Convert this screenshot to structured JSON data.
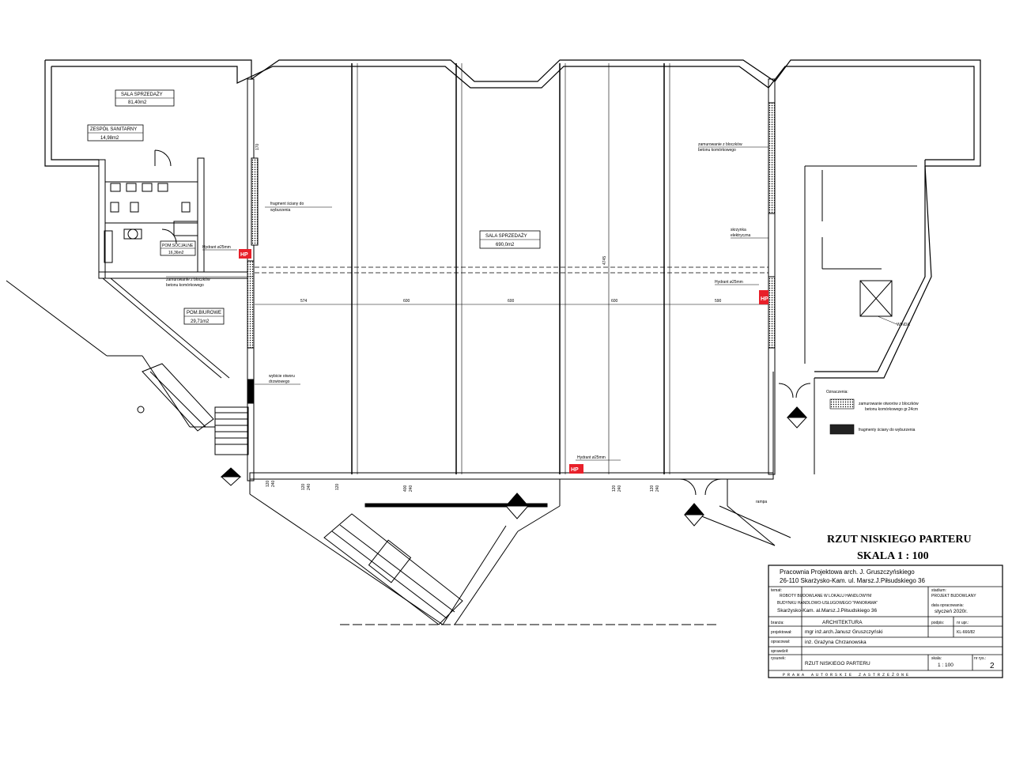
{
  "rooms": {
    "sala_small_name": "SALA SPRZEDAŻY",
    "sala_small_area": "81,40m2",
    "sanitary_name": "ZESPÓŁ SANITARNY",
    "sanitary_area": "14,98m2",
    "social_name": "POM.SOCJALNE",
    "social_area": "16,36m2",
    "office_name": "POM.BIUROWE",
    "office_area": "29,71m2",
    "sala_big_name": "SALA SPRZEDAŻY",
    "sala_big_area": "690,0m2"
  },
  "notes": {
    "fragment_top_1": "fragment ściany do",
    "fragment_top_2": "wyburzenia",
    "hydrant_left": "Hydrant ø25mm",
    "zamur_left_1": "zamurowanie z bloczków",
    "zamur_left_2": "betonu komórkowego",
    "wybicie_1": "wybicie otworu",
    "wybicie_2": "drzwiowego",
    "zamur_right_1": "zamurowanie z bloczków",
    "zamur_right_2": "betonu komórkowego",
    "skrzynka_1": "skrzynka",
    "skrzynka_2": "elektryczna",
    "hydrant_right": "Hydrant ø25mm",
    "winda": "WINDA",
    "hydrant_bottom": "Hydrant ø25mm",
    "rampa": "rampa",
    "hp": "HP"
  },
  "dims": {
    "d574": "574",
    "d600a": "600",
    "d600b": "600",
    "d600c": "600",
    "d590": "590",
    "d120a": "120",
    "d240a": "240",
    "d120b": "120",
    "d240b": "240",
    "d120c": "120",
    "d400": "400",
    "d240c": "240",
    "d120d": "120",
    "d240d": "240",
    "d120e": "120",
    "d240e": "240",
    "d4745": "4745",
    "d170": "170"
  },
  "legend": {
    "title": "Oznaczenia:",
    "item1_line1": "zamurowanie otworów z bloczków",
    "item1_line2": "betonu komórkowego gr.24cm",
    "item2": "fragmenty ściany do wyburzenia"
  },
  "drawing_title": {
    "line1": "RZUT NISKIEGO PARTERU",
    "line2": "SKALA 1 : 100"
  },
  "title_block": {
    "office_line1": "Pracownia Projektowa arch. J. Gruszczyńskiego",
    "office_line2": "26-110 Skarżysko-Kam. ul. Marsz.J.Piłsudskiego 36",
    "temat_label": "temat:",
    "temat_line1": "ROBOTY BUDOWLANE W LOKALU HANDLOWYM",
    "temat_line2": "BUDYNKU HANDLOWO-USŁUGOWEGO \"PANORAMA\"",
    "temat_line3": "Skarżysko-Kam. al.Marsz.J.Piłsudskiego 36",
    "stadium_label": "stadium:",
    "stadium_value": "PROJEKT BUDOWLANY",
    "data_label": "data opracowania:",
    "data_value": "styczeń 2020r.",
    "branza_label": "branża:",
    "branza_value": "ARCHITEKTURA",
    "podpis_label": "podpis:",
    "nr_upr_label": "nr upr.:",
    "projektowal_label": "projektował:",
    "projektowal_value": "mgr inż.arch.Janusz Gruszczyński",
    "projektowal_upr": "KL-666/82",
    "opracowal_label": "opracował:",
    "opracowal_value": "inż. Grażyna Chrzanowska",
    "sprawdzil_label": "sprawdził:",
    "rysunek_label": "rysunek:",
    "rysunek_value": "RZUT NISKIEGO PARTERU",
    "skala_label": "skala:",
    "skala_value": "1 : 100",
    "nr_rys_label": "nr rys.:",
    "nr_rys_value": "2",
    "footer": "PRAWA AUTORSKIE ZASTRZEŻONE"
  },
  "colors": {
    "line": "#000000",
    "hydrant": "#e8202a"
  }
}
